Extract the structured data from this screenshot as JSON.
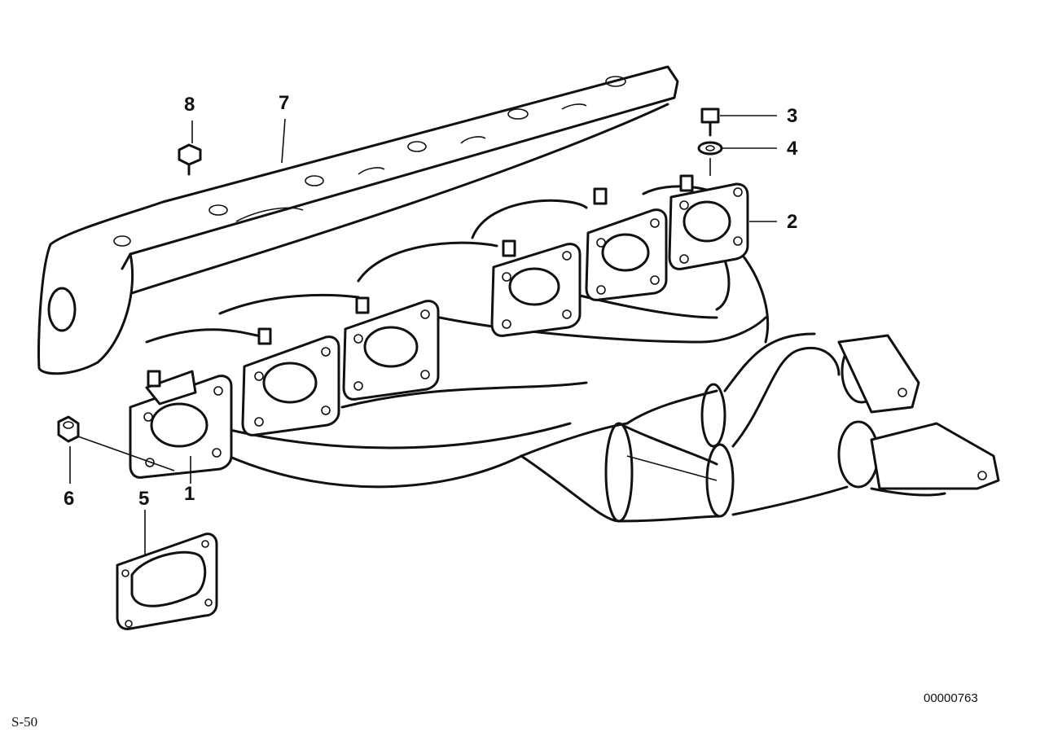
{
  "callouts": [
    "1",
    "2",
    "3",
    "4",
    "5",
    "6",
    "7",
    "8"
  ],
  "drawing_number": "00000763",
  "page_code": "S-50"
}
